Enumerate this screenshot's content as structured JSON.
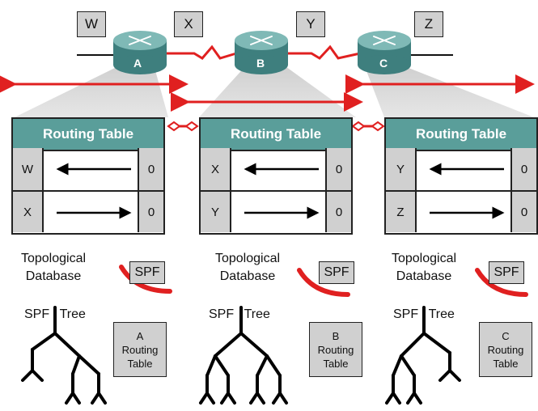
{
  "network_labels": {
    "w": "W",
    "x": "X",
    "y": "Y",
    "z": "Z"
  },
  "routers": {
    "a": "A",
    "b": "B",
    "c": "C"
  },
  "routing_tables": [
    {
      "title": "Routing Table",
      "rows": [
        {
          "net": "W",
          "direction": "left",
          "metric": "0"
        },
        {
          "net": "X",
          "direction": "right",
          "metric": "0"
        }
      ]
    },
    {
      "title": "Routing Table",
      "rows": [
        {
          "net": "X",
          "direction": "left",
          "metric": "0"
        },
        {
          "net": "Y",
          "direction": "right",
          "metric": "0"
        }
      ]
    },
    {
      "title": "Routing Table",
      "rows": [
        {
          "net": "Y",
          "direction": "left",
          "metric": "0"
        },
        {
          "net": "Z",
          "direction": "right",
          "metric": "0"
        }
      ]
    }
  ],
  "topological_label": [
    "Topological",
    "Database"
  ],
  "spf_label": "SPF",
  "tree_label": {
    "spf": "SPF",
    "tree": "Tree"
  },
  "router_tables": [
    [
      "A",
      "Routing",
      "Table"
    ],
    [
      "B",
      "Routing",
      "Table"
    ],
    [
      "C",
      "Routing",
      "Table"
    ]
  ],
  "colors": {
    "link": "#e02020",
    "router_body": "#4d8f8e",
    "table_header": "#5a9e9a",
    "label_bg": "#d0d0d0"
  }
}
